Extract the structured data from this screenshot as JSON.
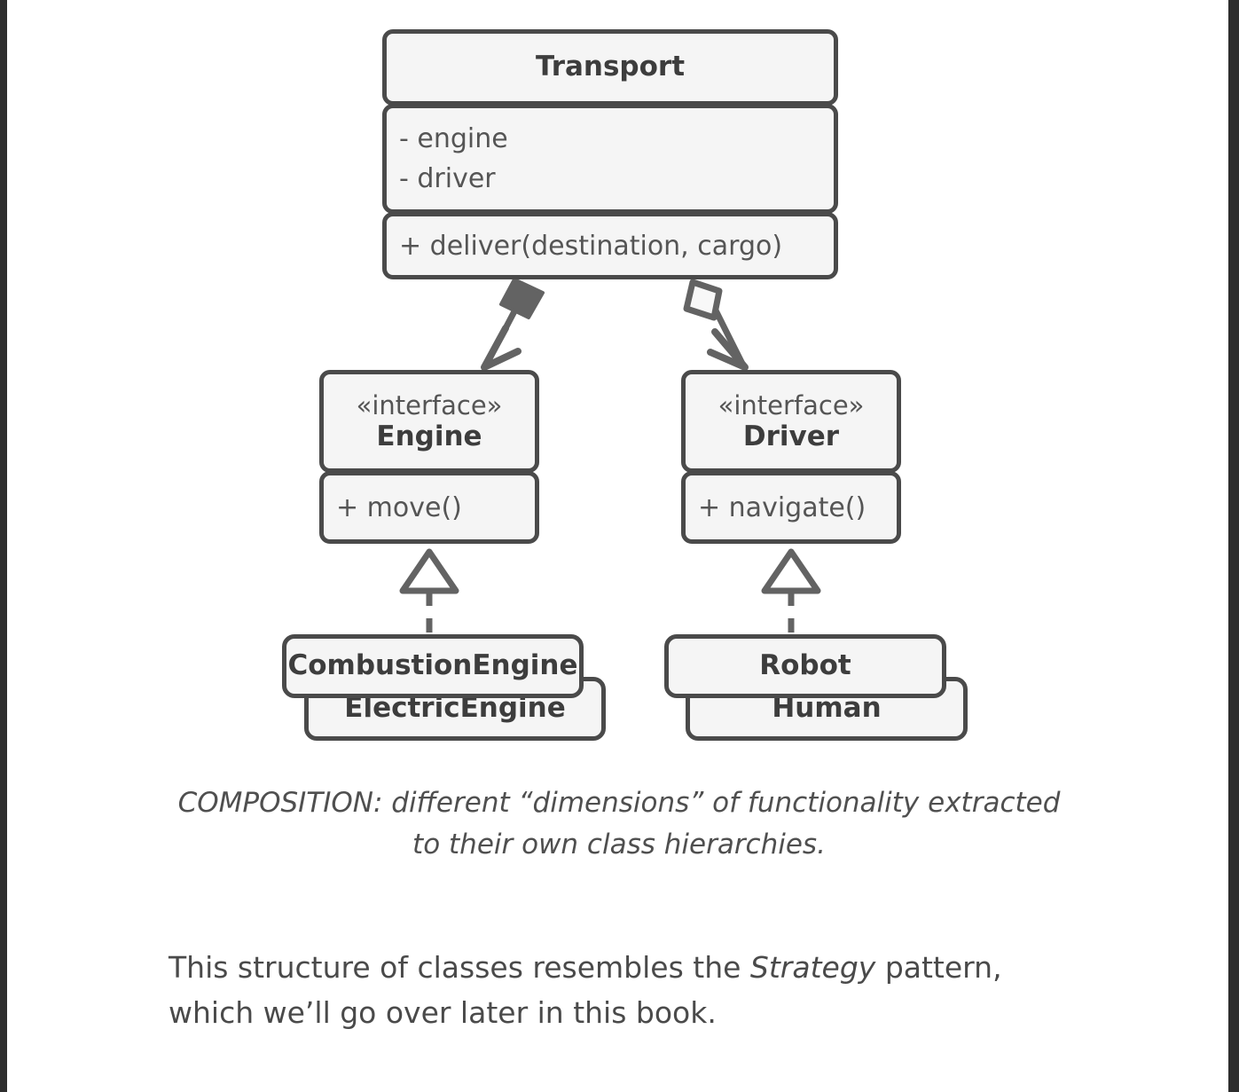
{
  "diagram": {
    "type": "uml-class-diagram",
    "classes": [
      {
        "id": "transport",
        "name": "Transport",
        "stereotype": "",
        "attributes": [
          "- engine",
          "- driver"
        ],
        "operations": [
          "+ deliver(destination, cargo)"
        ]
      },
      {
        "id": "engine",
        "name": "Engine",
        "stereotype": "«interface»",
        "attributes": [],
        "operations": [
          "+ move()"
        ]
      },
      {
        "id": "driver",
        "name": "Driver",
        "stereotype": "«interface»",
        "attributes": [],
        "operations": [
          "+ navigate()"
        ]
      },
      {
        "id": "combustion-engine",
        "name": "CombustionEngine"
      },
      {
        "id": "electric-engine",
        "name": "ElectricEngine"
      },
      {
        "id": "robot",
        "name": "Robot"
      },
      {
        "id": "human",
        "name": "Human"
      }
    ],
    "relations": [
      {
        "from": "transport",
        "to": "engine",
        "type": "composition",
        "marker": "filled-diamond",
        "arrow": "open-arrow",
        "line": "solid"
      },
      {
        "from": "transport",
        "to": "driver",
        "type": "aggregation",
        "marker": "hollow-diamond",
        "arrow": "open-arrow",
        "line": "solid"
      },
      {
        "from": "combustion-engine",
        "to": "engine",
        "type": "realization",
        "marker": "hollow-triangle",
        "line": "dashed"
      },
      {
        "from": "robot",
        "to": "driver",
        "type": "realization",
        "marker": "hollow-triangle",
        "line": "dashed"
      }
    ]
  },
  "caption": "COMPOSITION: different “dimensions” of functionality extracted to their own class hierarchies.",
  "body": {
    "part1": "This structure of classes resembles the ",
    "emphasis": "Strategy",
    "part2": " pattern, which we’ll go over later in this book."
  },
  "colors": {
    "box_fill": "#f5f5f5",
    "box_border": "#4a4a4a",
    "text": "#4a4a4a",
    "page_background": "#ffffff",
    "edge_bar": "#2e2e2e"
  }
}
